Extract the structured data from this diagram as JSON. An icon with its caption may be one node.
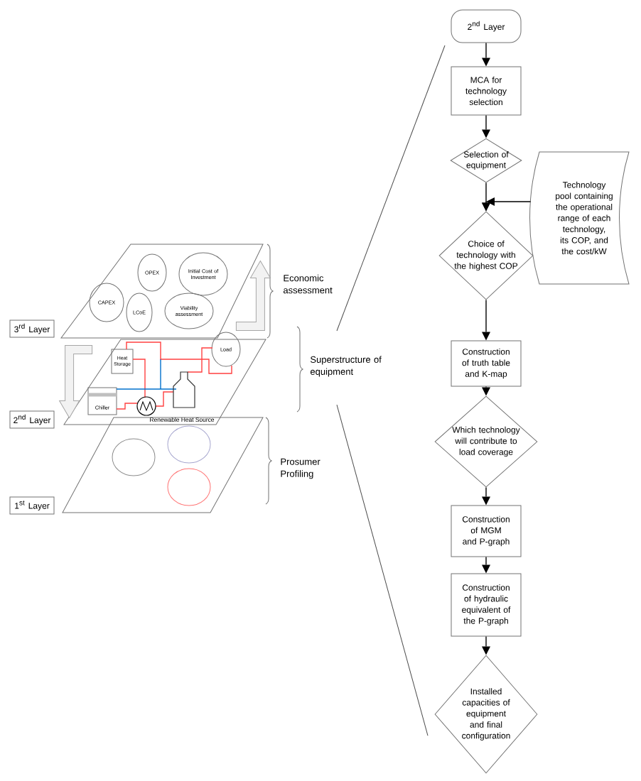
{
  "diagram": {
    "nodes": [
      {
        "text": [],
        "shape": "parallelogram"
      },
      {
        "text": [
          "OPEX"
        ],
        "in": 0
      },
      {
        "text": [
          "Initial Cost of Investment"
        ],
        "in": 0
      },
      {
        "text": [
          "CAPEX"
        ],
        "in": 0
      },
      {
        "text": [
          "LCoE"
        ],
        "in": 0
      },
      {
        "text": [
          "Viability assessment"
        ],
        "in": 0
      },
      {
        "text": [],
        "shape": "parallelogram"
      },
      {
        "text": [
          "Heat Storage"
        ],
        "in": 6
      },
      {
        "text": [
          "Load"
        ],
        "in": 6
      },
      {
        "text": [
          "Chiller"
        ],
        "in": 6
      },
      {
        "text": [],
        "shape": "parallelogram"
      },
      {
        "text": [],
        "shape": "ellipse",
        "in": 10
      },
      {
        "text": [],
        "shape": "ellipse",
        "in": 10
      },
      {
        "text": [],
        "shape": "ellipse",
        "in": 10
      },
      {
        "text": [
          "3$^{rd}$ Layer"
        ]
      },
      {
        "text": [
          "2$^{nd}$ Layer"
        ]
      },
      {
        "text": [
          "1$^{st}$ Layer"
        ]
      },
      {
        "text": [
          "2$^{nd}$ Layer"
        ]
      },
      {
        "text": [
          "MCA for technology selection"
        ]
      },
      {
        "text": [
          "Selection of equipment"
        ]
      },
      {
        "text": [
          "Technology pool containing the operational range of each technology, its COP, and the cost/kW"
        ]
      },
      {
        "text": [
          "Choice of technology with the highest COP"
        ]
      },
      {
        "text": [
          "Construction of truth table and K-map"
        ]
      },
      {
        "text": [
          "Which technology will contribute to load coverage"
        ]
      },
      {
        "text": [
          "Construction of MGM and P-graph"
        ]
      },
      {
        "text": [
          "Construction of hydraulic equivalent of the P-graph"
        ]
      },
      {
        "text": [
          "Installed capacities of equipment and final configuration"
        ]
      }
    ],
    "edges": [
      {
        "from": 17,
        "to": 18,
        "arrow": "to"
      },
      {
        "from": 18,
        "to": 19,
        "arrow": "to"
      },
      {
        "from": 19,
        "to": 21,
        "arrow": "to"
      },
      {
        "from": 20,
        "to": 21,
        "arrow": "to"
      },
      {
        "from": 21,
        "to": 22,
        "arrow": "to"
      },
      {
        "from": 22,
        "to": 23,
        "arrow": "to"
      },
      {
        "from": 23,
        "to": 24,
        "arrow": "to"
      },
      {
        "from": 24,
        "to": 25,
        "arrow": "to"
      },
      {
        "from": 25,
        "to": 26,
        "arrow": "to"
      },
      {
        "from": 6,
        "to": 0,
        "arrow": "to"
      },
      {
        "from": 0,
        "to": 6,
        "arrow": "to"
      }
    ],
    "labels": [
      "Economic assessment",
      "Superstructure of equipment",
      "Renewable Heat Source",
      "Prosumer Profiling"
    ]
  }
}
